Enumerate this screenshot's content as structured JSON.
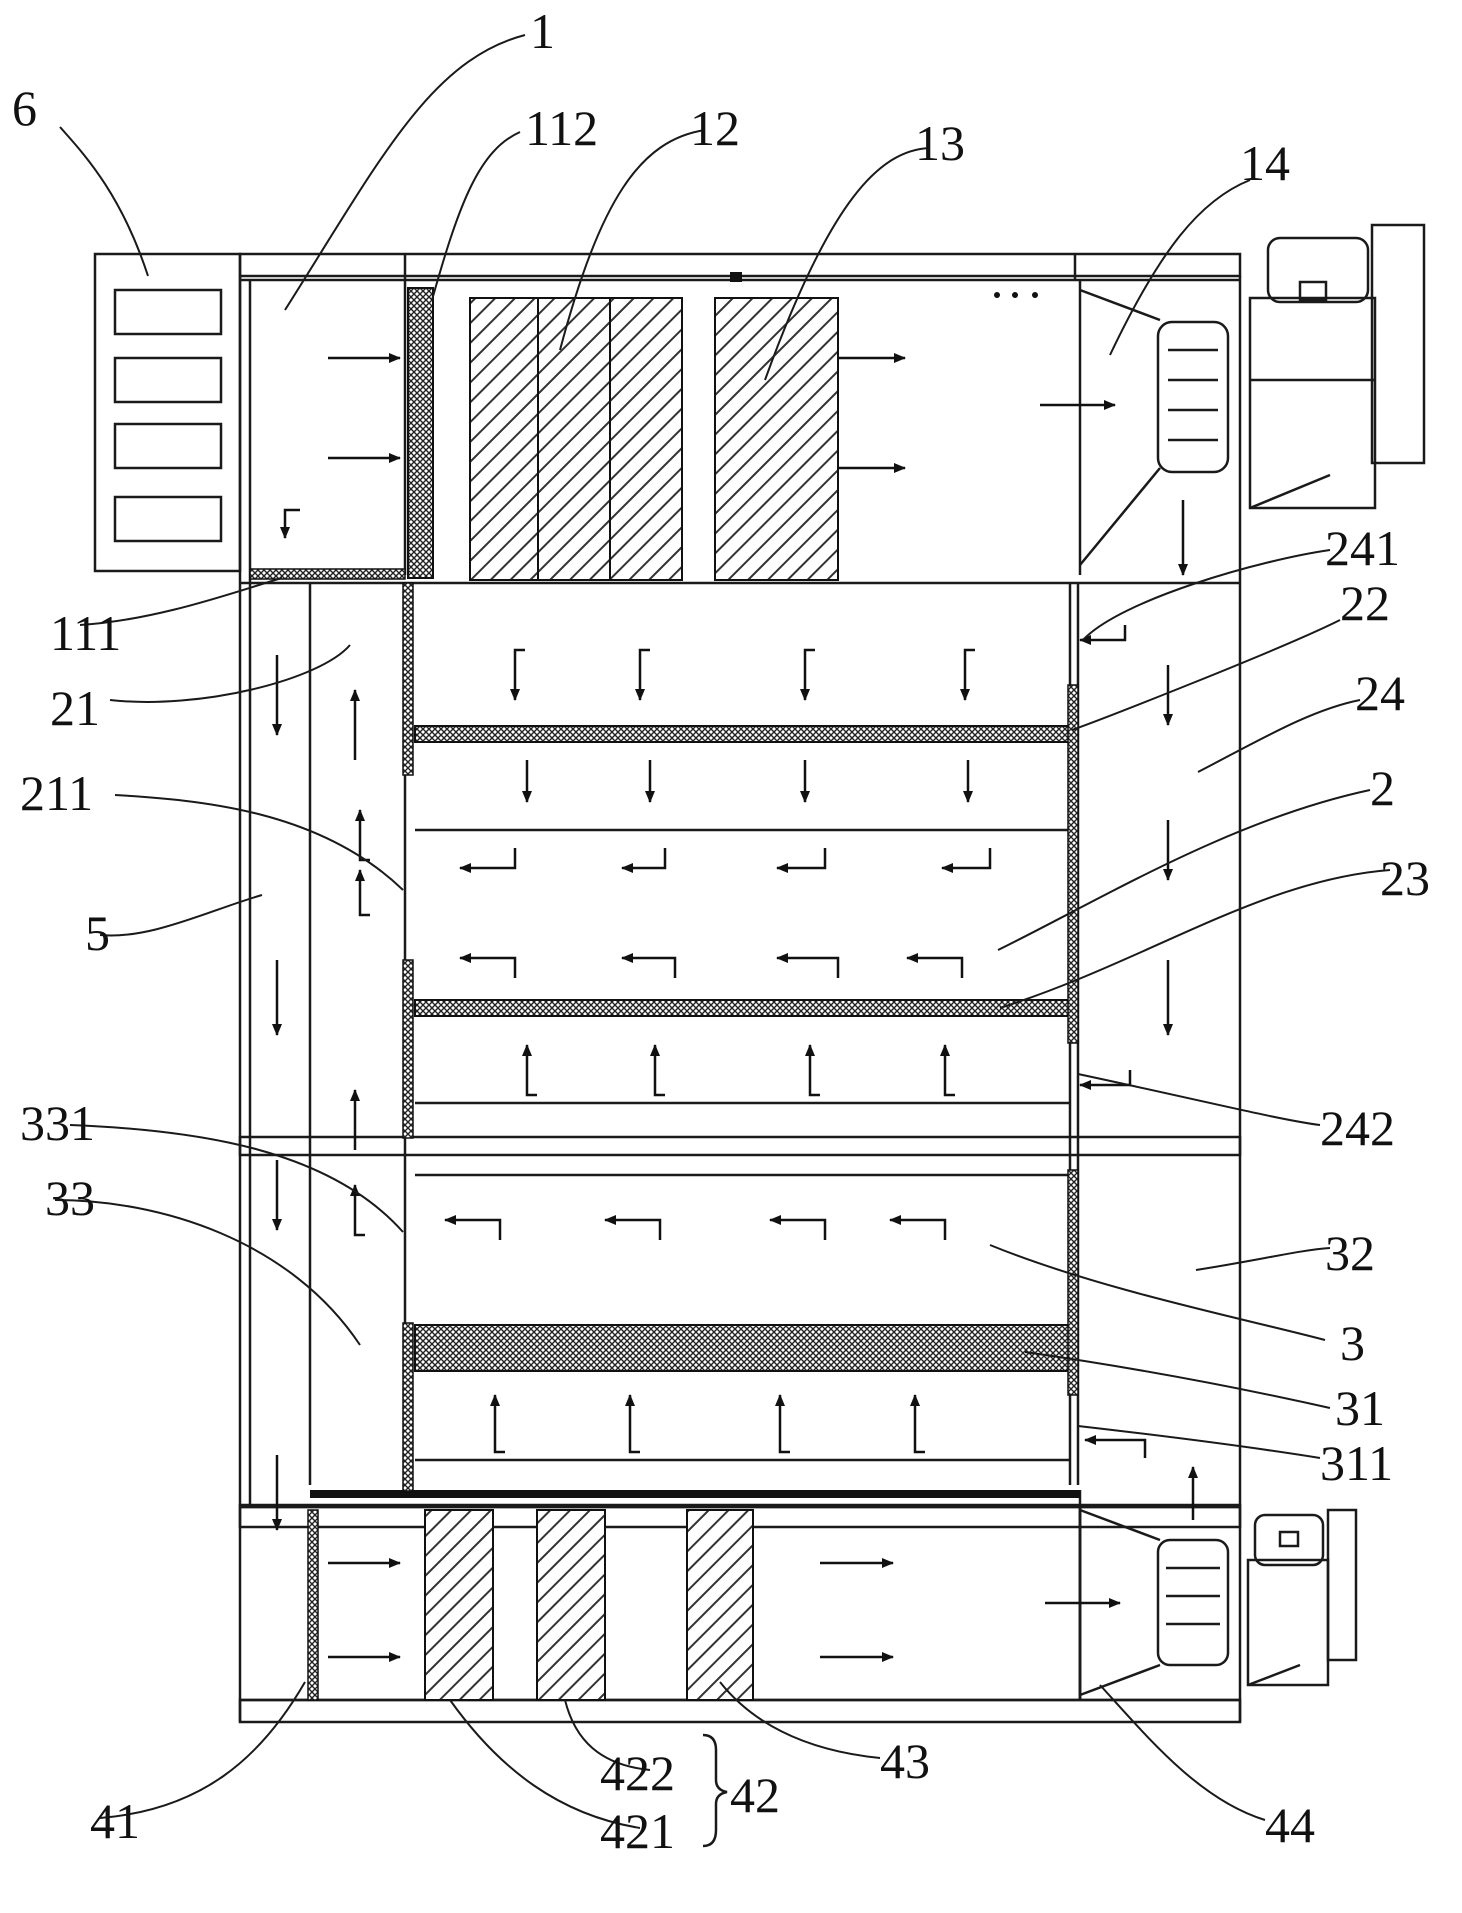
{
  "labels": {
    "l1": "1",
    "l6": "6",
    "l112": "112",
    "l12": "12",
    "l13": "13",
    "l14": "14",
    "l241": "241",
    "l22": "22",
    "l111": "111",
    "l21": "21",
    "l24": "24",
    "l211": "211",
    "l2": "2",
    "l23": "23",
    "l5": "5",
    "l242": "242",
    "l331": "331",
    "l33": "33",
    "l32": "32",
    "l3": "3",
    "l31": "31",
    "l311": "311",
    "l43": "43",
    "l44": "44",
    "l422": "422",
    "l42": "42",
    "l41": "41",
    "l421": "421"
  },
  "colors": {
    "line": "#1a1a1a",
    "hatch": "#333333",
    "paper": "#ffffff"
  }
}
